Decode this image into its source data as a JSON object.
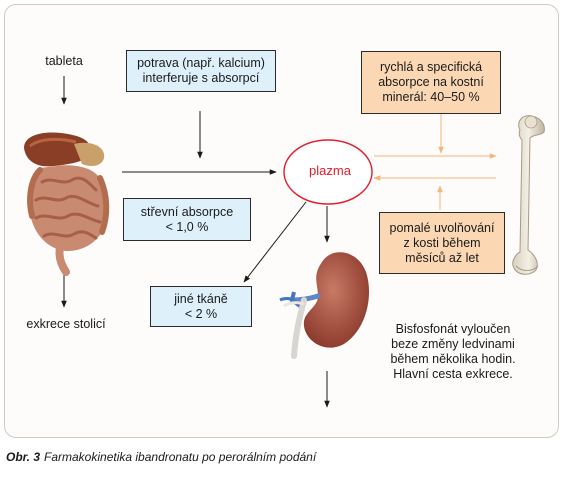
{
  "labels": {
    "tablet": "tableta",
    "feces": "exkrece stolicí",
    "plasma": "plazma"
  },
  "boxes": {
    "food": [
      "potrava (např. kalcium)",
      "interferuje s absorpcí"
    ],
    "intestinal": [
      "střevní absorpce",
      "< 1,0 %"
    ],
    "tissues": [
      "jiné tkáně",
      "< 2 %"
    ],
    "bone_fast": [
      "rychlá a specifická",
      "absorpce na kostní",
      "minerál: 40–50 %"
    ],
    "bone_slow": [
      "pomalé uvolňování",
      "z kosti během",
      "měsíců až let"
    ]
  },
  "kidney_note": [
    "Bisfosfonát vyloučen",
    "beze změny ledvinami",
    "během několika hodin.",
    "Hlavní cesta exkrece."
  ],
  "caption": {
    "label": "Obr. 3",
    "text": "Farmakokinetika ibandronatu po perorálním podání"
  },
  "colors": {
    "blue_box": "#def1fb",
    "orange_box": "#fbd8b3",
    "plasma_red": "#e01d2a",
    "orange_arrow": "#f4b77a"
  },
  "icons": [
    "digestive-organs-icon",
    "kidney-icon",
    "femur-bone-icon"
  ]
}
